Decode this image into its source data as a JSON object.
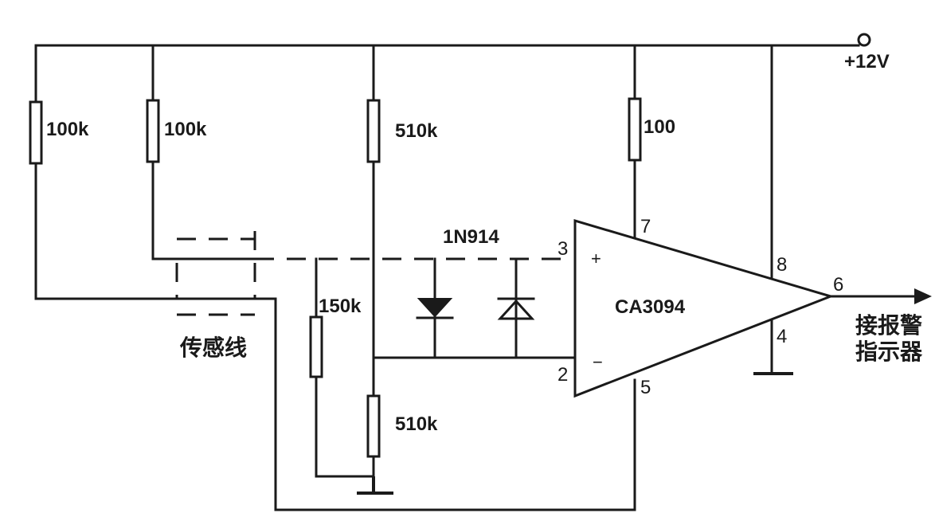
{
  "supply": {
    "label": "+12V"
  },
  "resistors": {
    "r1": "100k",
    "r2": "100k",
    "r3": "510k",
    "r4": "100",
    "r5": "150k",
    "r6": "510k"
  },
  "diode_label": "1N914",
  "opamp": {
    "name": "CA3094",
    "plus": "+",
    "minus": "−",
    "pins": {
      "p2": "2",
      "p3": "3",
      "p4": "4",
      "p5": "5",
      "p6": "6",
      "p7": "7",
      "p8": "8"
    }
  },
  "sensor_label": "传感线",
  "output_label": [
    "接报警",
    "指示器"
  ]
}
